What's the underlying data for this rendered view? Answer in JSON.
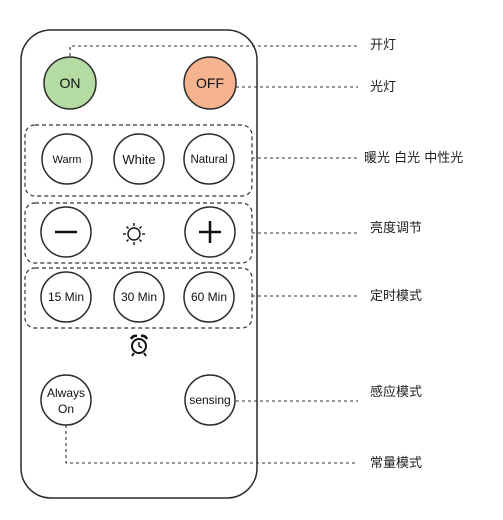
{
  "remote": {
    "buttons": {
      "on": "ON",
      "off": "OFF",
      "warm": "Warm",
      "white": "White",
      "natural": "Natural",
      "timer_15": "15 Min",
      "timer_30": "30 Min",
      "timer_60": "60 Min",
      "always_on_line1": "Always",
      "always_on_line2": "On",
      "sensing": "sensing"
    },
    "icons": {
      "minus": "minus-icon",
      "plus": "plus-icon",
      "brightness": "sun-icon",
      "alarm": "alarm-clock-icon"
    },
    "colors": {
      "on_fill": "#b4dba1",
      "off_fill": "#f6b38f",
      "outline": "#2a2a2a"
    }
  },
  "annotations": {
    "on_label": "开灯",
    "off_label": "光灯",
    "color_label": "暖光 白光 中性光",
    "brightness_label": "亮度调节",
    "timer_label": "定时模式",
    "sensing_label": "感应模式",
    "always_on_label": "常量模式"
  }
}
